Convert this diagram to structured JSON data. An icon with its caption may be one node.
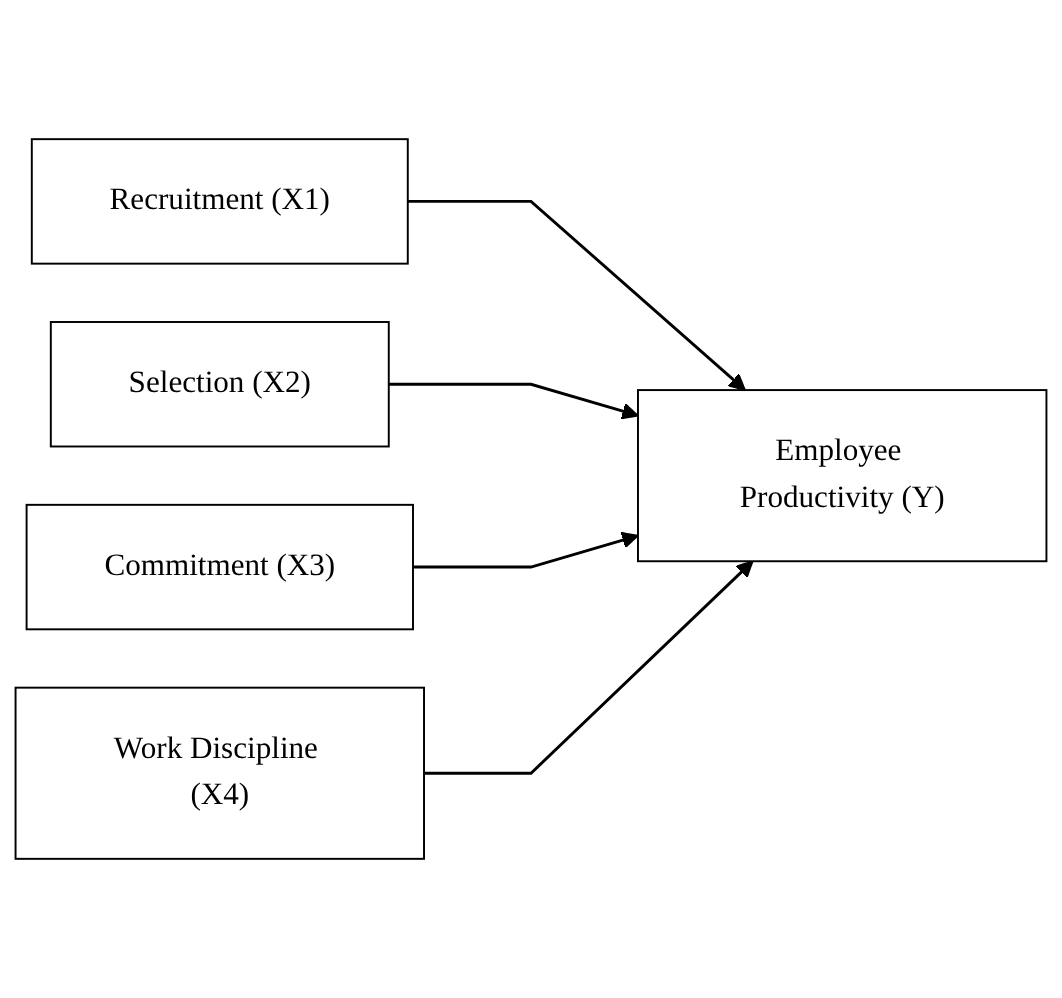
{
  "diagram": {
    "nodes": [
      {
        "text": [
          "Recruitment (X1)"
        ]
      },
      {
        "text": [
          "Selection (X2)"
        ]
      },
      {
        "text": [
          "Commitment (X3)"
        ]
      },
      {
        "text": [
          "Work Discipline (X4)"
        ]
      },
      {
        "text": [
          "Employee Productivity (Y)"
        ]
      }
    ],
    "edges": [
      {
        "from": 0,
        "to": 4,
        "arrow": "to"
      },
      {
        "from": 1,
        "to": 4,
        "arrow": "to"
      },
      {
        "from": 2,
        "to": 4,
        "arrow": "to"
      },
      {
        "from": 3,
        "to": 4,
        "arrow": "to"
      }
    ]
  }
}
